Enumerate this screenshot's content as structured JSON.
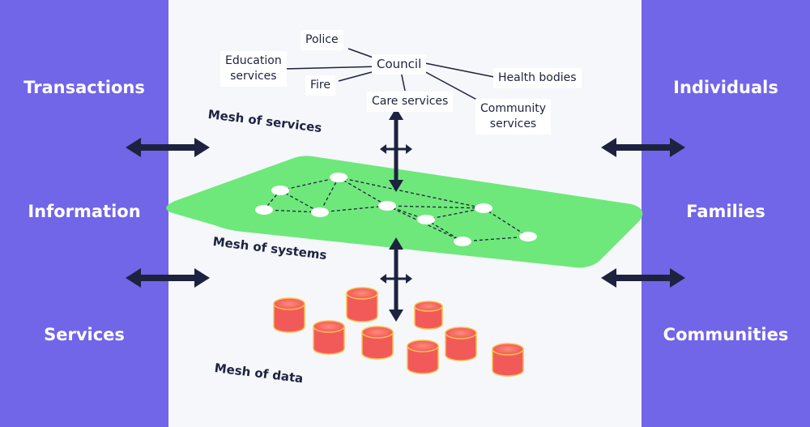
{
  "left_panel": {
    "items": [
      "Transactions",
      "Information",
      "Services"
    ]
  },
  "right_panel": {
    "items": [
      "Individuals",
      "Families",
      "Communities"
    ]
  },
  "services": {
    "hub": "Council",
    "nodes": [
      "Police",
      "Education\nservices",
      "Fire",
      "Care services",
      "Health bodies",
      "Community\nservices"
    ]
  },
  "mesh_labels": {
    "services": "Mesh of services",
    "systems": "Mesh of systems",
    "data": "Mesh of data"
  },
  "colors": {
    "side_panel": "#7165e8",
    "systems_plane": "#6ee87a",
    "data_store": "#f25a5a",
    "arrow": "#1d2240"
  }
}
